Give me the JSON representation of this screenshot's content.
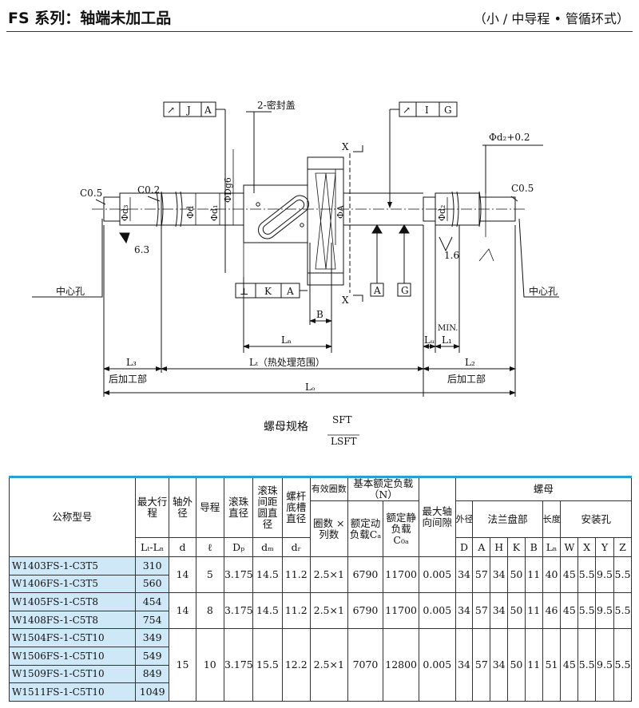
{
  "header": {
    "title": "FS 系列：轴端未加工品",
    "subtitle": "（小 / 中导程 • 管循环式）"
  },
  "drawing": {
    "tol_left": {
      "sym": "↗",
      "ref": "J",
      "datum": "A"
    },
    "tol_right": {
      "sym": "↗",
      "ref": "I",
      "datum": "G"
    },
    "tol_bottom": {
      "sym": "⊥",
      "ref": "K",
      "datum": "A"
    },
    "seal_label": "2-密封盖",
    "phi_Dg6": "ΦDg6",
    "phi_d2_tol": "Φd₂+0.2",
    "chamfer_c05_left": "C0.5",
    "chamfer_c02": "C0.2",
    "chamfer_c05_right": "C0.5",
    "phi_d3": "Φd₃",
    "phi_d": "Φd",
    "phi_d1": "Φd₁",
    "phi_A": "ΦA",
    "phi_d2": "Φd₂",
    "roughness_63": "6.3",
    "dim_16": "1.6",
    "x_label": "X",
    "datum_A": "A",
    "datum_G": "G",
    "center_hole_left": "中心孔",
    "center_hole_right": "中心孔",
    "dim_B": "B",
    "dim_Ln": "Lₙ",
    "dim_Lu": "Lᵤ",
    "dim_min": "MIN.",
    "dim_L1": "L₁",
    "dim_L3": "L₃",
    "dim_Lt": "Lₜ（热处理范围）",
    "dim_L2": "L₂",
    "post_left": "后加工部",
    "post_right": "后加工部",
    "dim_Lo": "Lₒ",
    "nut_spec_label": "螺母规格",
    "nut_spec_sft": "SFT",
    "nut_spec_lsft": "LSFT"
  },
  "table": {
    "h_model": "公称型号",
    "h_stroke": "最大行程",
    "h_stroke_sub": "Lₜ-Lₙ",
    "h_od": "轴外径",
    "h_od_sub": "d",
    "h_lead": "导程",
    "h_lead_sub": "ℓ",
    "h_ball": "滚珠直径",
    "h_ball_sub": "Dₚ",
    "h_pcd": "滚珠间距圆直径",
    "h_pcd_sub": "dₘ",
    "h_root": "螺杆底槽直径",
    "h_root_sub": "dᵣ",
    "h_turns_top": "有效圈数",
    "h_turns": "圈数 × 列数",
    "h_load": "基本额定负载",
    "h_load_unit": "（N）",
    "h_dyn": "额定动负载Cₐ",
    "h_sta": "额定静负载C₀ₐ",
    "h_backlash": "最大轴向间隙",
    "h_nut": "螺母",
    "h_outer": "外径",
    "h_flange": "法兰盘部",
    "h_length": "长度",
    "h_mount": "安装孔",
    "sub_cols": [
      "D",
      "A",
      "H",
      "K",
      "B",
      "Lₙ",
      "W",
      "X",
      "Y",
      "Z"
    ],
    "groups": [
      {
        "models": [
          {
            "name": "W1403FS-1-C3T5",
            "stroke": "310"
          },
          {
            "name": "W1406FS-1-C3T5",
            "stroke": "560"
          }
        ],
        "d": "14",
        "lead": "5",
        "ball": "3.175",
        "pcd": "14.5",
        "root": "11.2",
        "turns": "2.5×1",
        "dyn": "6790",
        "sta": "11700",
        "backlash": "0.005",
        "D": "34",
        "A": "57",
        "H": "34",
        "K": "50",
        "B": "11",
        "Ln": "40",
        "W": "45",
        "X": "5.5",
        "Y": "9.5",
        "Z": "5.5"
      },
      {
        "models": [
          {
            "name": "W1405FS-1-C5T8",
            "stroke": "454"
          },
          {
            "name": "W1408FS-1-C5T8",
            "stroke": "754"
          }
        ],
        "d": "14",
        "lead": "8",
        "ball": "3.175",
        "pcd": "14.5",
        "root": "11.2",
        "turns": "2.5×1",
        "dyn": "6790",
        "sta": "11700",
        "backlash": "0.005",
        "D": "34",
        "A": "57",
        "H": "34",
        "K": "50",
        "B": "11",
        "Ln": "46",
        "W": "45",
        "X": "5.5",
        "Y": "9.5",
        "Z": "5.5"
      },
      {
        "models": [
          {
            "name": "W1504FS-1-C5T10",
            "stroke": "349"
          },
          {
            "name": "W1506FS-1-C5T10",
            "stroke": "549"
          },
          {
            "name": "W1509FS-1-C5T10",
            "stroke": "849"
          },
          {
            "name": "W1511FS-1-C5T10",
            "stroke": "1049"
          }
        ],
        "d": "15",
        "lead": "10",
        "ball": "3.175",
        "pcd": "15.5",
        "root": "12.2",
        "turns": "2.5×1",
        "dyn": "7070",
        "sta": "12800",
        "backlash": "0.005",
        "D": "34",
        "A": "57",
        "H": "34",
        "K": "50",
        "B": "11",
        "Ln": "51",
        "W": "45",
        "X": "5.5",
        "Y": "9.5",
        "Z": "5.5"
      }
    ]
  }
}
